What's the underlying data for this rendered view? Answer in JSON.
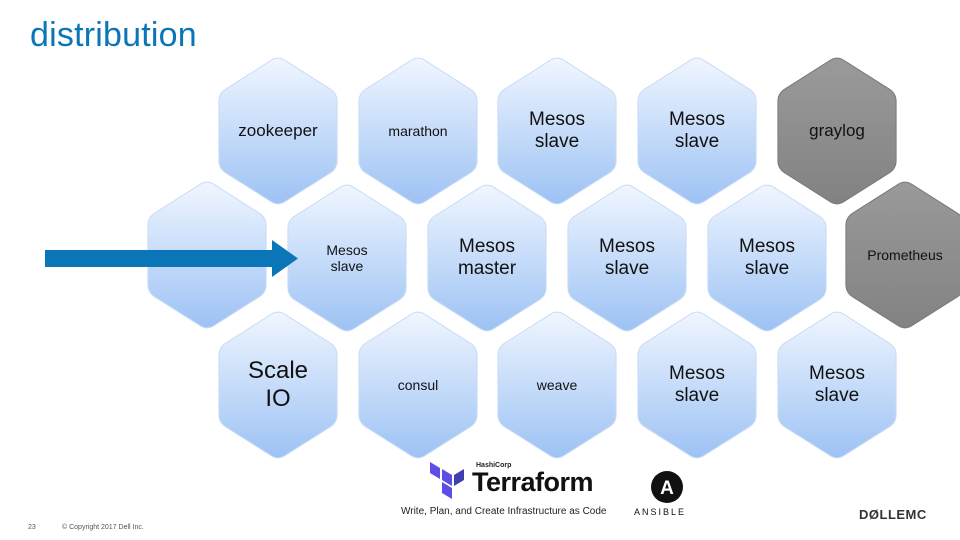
{
  "slide": {
    "title": "distribution",
    "page_number": "23",
    "copyright": "© Copyright 2017  Dell Inc.",
    "brand": "DØLLEMC"
  },
  "hexagons": [
    {
      "id": "zookeeper",
      "lines": [
        "zookeeper"
      ],
      "size": 17,
      "style": "blue"
    },
    {
      "id": "marathon",
      "lines": [
        "marathon"
      ],
      "size": 14,
      "style": "blue"
    },
    {
      "id": "mesos-slave-top-1",
      "lines": [
        "Mesos",
        "slave"
      ],
      "size": 19,
      "style": "blue"
    },
    {
      "id": "mesos-slave-top-2",
      "lines": [
        "Mesos",
        "slave"
      ],
      "size": 19,
      "style": "blue"
    },
    {
      "id": "graylog",
      "lines": [
        "graylog"
      ],
      "size": 17,
      "style": "gray"
    },
    {
      "id": "empty",
      "lines": [],
      "size": 14,
      "style": "blue"
    },
    {
      "id": "mesos-slave-mid-1",
      "lines": [
        "Mesos",
        "slave"
      ],
      "size": 14,
      "style": "blue"
    },
    {
      "id": "mesos-master",
      "lines": [
        "Mesos",
        "master"
      ],
      "size": 19,
      "style": "blue"
    },
    {
      "id": "mesos-slave-mid-2",
      "lines": [
        "Mesos",
        "slave"
      ],
      "size": 19,
      "style": "blue"
    },
    {
      "id": "mesos-slave-mid-3",
      "lines": [
        "Mesos",
        "slave"
      ],
      "size": 19,
      "style": "blue"
    },
    {
      "id": "prometheus",
      "lines": [
        "Prometheus"
      ],
      "size": 14,
      "style": "gray"
    },
    {
      "id": "scaleio",
      "lines": [
        "Scale",
        "IO"
      ],
      "size": 24,
      "style": "blue"
    },
    {
      "id": "consul",
      "lines": [
        "consul"
      ],
      "size": 14,
      "style": "blue"
    },
    {
      "id": "weave",
      "lines": [
        "weave"
      ],
      "size": 14,
      "style": "blue"
    },
    {
      "id": "mesos-slave-bot-1",
      "lines": [
        "Mesos",
        "slave"
      ],
      "size": 19,
      "style": "blue"
    },
    {
      "id": "mesos-slave-bot-2",
      "lines": [
        "Mesos",
        "slave"
      ],
      "size": 19,
      "style": "blue"
    }
  ],
  "terraform": {
    "vendor": "HashiCorp",
    "name": "Terraform",
    "tagline": "Write, Plan, and Create Infrastructure as Code"
  },
  "ansible": {
    "name": "ANSIBLE",
    "letter": "A"
  },
  "colors": {
    "title": "#0a76b7",
    "arrow": "#0a76b7",
    "hex_blue_top": "#eef5ff",
    "hex_blue_bottom": "#9fc4f5",
    "hex_gray": "#8c8c8c",
    "terraform": "#5c4ee5"
  }
}
